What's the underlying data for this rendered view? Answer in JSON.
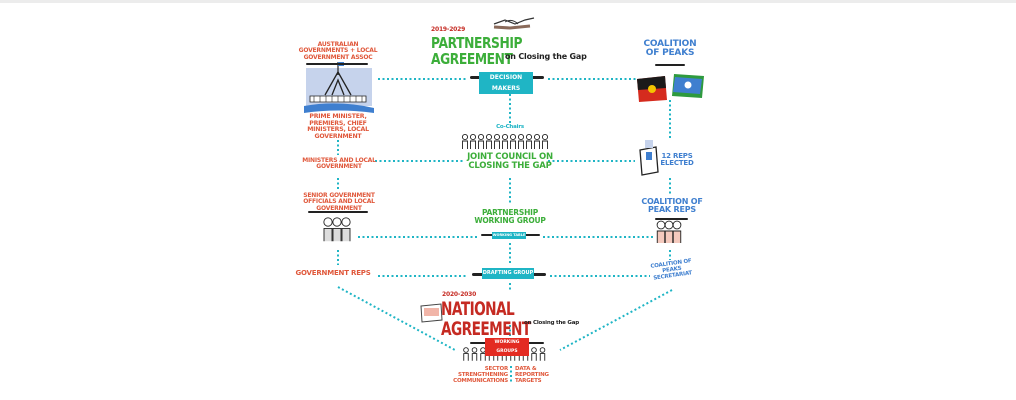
{
  "header": {
    "years": "2019-2029",
    "title": "PARTNERSHIP AGREEMENT",
    "subtitle": "on Closing the Gap"
  },
  "government": {
    "top_label": "AUSTRALIAN GOVERNMENTS + LOCAL GOVERNMENT ASSOC",
    "leaders": "PRIME MINISTER, PREMIERS, CHIEF MINISTERS, LOCAL GOVERNMENT",
    "ministers": "MINISTERS AND LOCAL GOVERNMENT",
    "officials": "SENIOR GOVERNMENT OFFICIALS AND LOCAL GOVERNMENT",
    "reps": "GOVERNMENT REPS"
  },
  "center": {
    "decision_makers": "DECISION MAKERS",
    "co_chairs": "Co-Chairs",
    "joint_council": "JOINT COUNCIL ON CLOSING THE GAP",
    "working_group": "PARTNERSHIP WORKING GROUP",
    "working_table": "WORKING TABLE",
    "drafting_group": "DRAFTING GROUP"
  },
  "coalition": {
    "title": "COALITION OF PEAKS",
    "reps_elected": "12 REPS ELECTED",
    "peak_reps": "COALITION OF PEAK REPS",
    "secretariat": "COALITION OF PEAKS SECRETARIAT"
  },
  "national": {
    "years": "2020-2030",
    "title": "NATIONAL AGREEMENT",
    "subtitle": "on Closing the Gap",
    "working_groups": "WORKING GROUPS",
    "left_groups": "SECTOR STRENGTHENING COMMUNICATIONS",
    "right_groups": "DATA & REPORTING TARGETS"
  },
  "colors": {
    "teal": "#1fb5c5",
    "green": "#3cae3a",
    "red": "#e0583b",
    "blue": "#3f7fcf",
    "dark_red": "#c52a22"
  }
}
